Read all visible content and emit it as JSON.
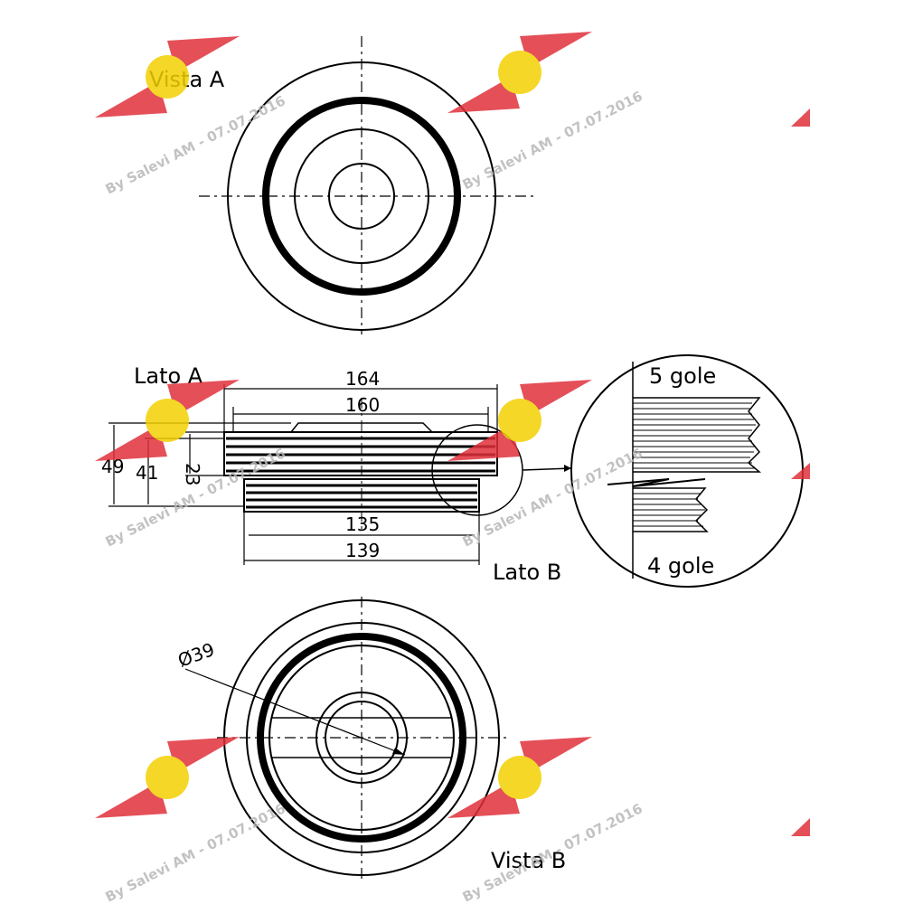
{
  "views": {
    "vista_a": "Vista A",
    "lato_a": "Lato A",
    "lato_b": "Lato B",
    "vista_b": "Vista B"
  },
  "dimensions": {
    "d164": "164",
    "d160": "160",
    "d135": "135",
    "d139": "139",
    "d49": "49",
    "d41": "41",
    "d23": "23",
    "diameter_bore": "Ø39"
  },
  "detail": {
    "grooves_a": "5 gole",
    "grooves_b": "4 gole"
  },
  "watermark": {
    "text": "By Salevi AM - 07.07.2016",
    "logo_color": "#e0303a",
    "badge_color": "#f4d000"
  }
}
